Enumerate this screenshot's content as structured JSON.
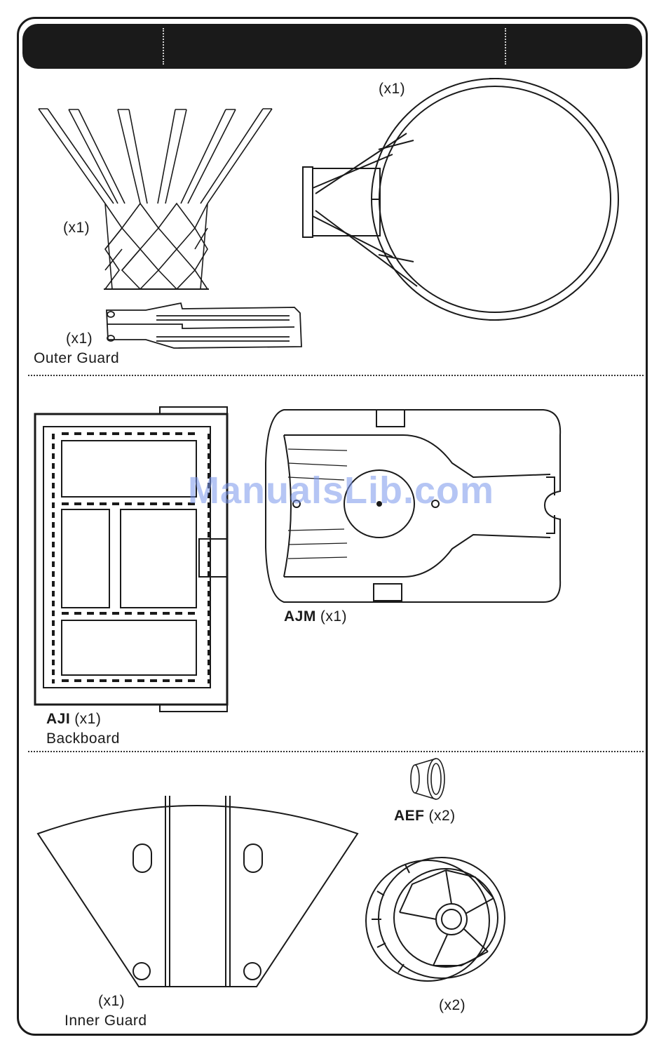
{
  "parts": {
    "net": {
      "qty": "(x1)"
    },
    "rim": {
      "qty": "(x1)"
    },
    "outer_guard": {
      "qty": "(x1)",
      "name": "Outer Guard"
    },
    "backboard": {
      "code": "AJI",
      "qty": "(x1)",
      "name": "Backboard"
    },
    "base": {
      "code": "AJM",
      "qty": "(x1)"
    },
    "spacer": {
      "code": "AEF",
      "qty": "(x2)"
    },
    "inner_guard": {
      "qty": "(x1)",
      "name": "Inner Guard"
    },
    "wheel": {
      "qty": "(x2)"
    }
  },
  "watermark": "ManualsLib.com",
  "colors": {
    "ink": "#1a1a1a",
    "header": "#1a1a1a",
    "watermark": "#7896eb"
  },
  "icons": {
    "net": "basketball-net-icon",
    "rim": "basketball-rim-icon",
    "outer_guard": "outer-guard-icon",
    "backboard": "backboard-icon",
    "base": "base-icon",
    "spacer": "spacer-icon",
    "inner_guard": "inner-guard-icon",
    "wheel": "wheel-icon"
  }
}
